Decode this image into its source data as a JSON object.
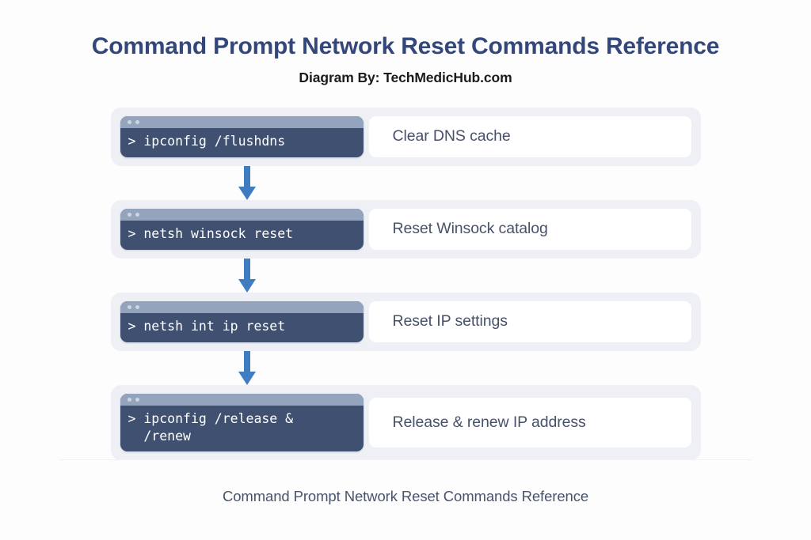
{
  "header": {
    "title": "Command Prompt Network Reset Commands Reference",
    "subtitle": "Diagram By: TechMedicHub.com"
  },
  "colors": {
    "page_background": "#fdfdfd",
    "title": "#33477a",
    "subtitle": "#1b1b1b",
    "row_panel": "#eef0f5",
    "terminal_body": "#3f5070",
    "terminal_titlebar": "#93a4bc",
    "terminal_dot": "#ccd6e3",
    "terminal_text": "#ffffff",
    "description_card": "#ffffff",
    "description_text": "#47516a",
    "arrow": "#3f7cc0",
    "footer_text": "#49536c",
    "footer_divider": "#f0f1f4"
  },
  "steps": [
    {
      "command": "> ipconfig /flushdns",
      "description": "Clear DNS cache",
      "dots": [
        "window-dot",
        "window-dot"
      ]
    },
    {
      "command": "> netsh winsock reset",
      "description": "Reset Winsock catalog",
      "dots": [
        "window-dot",
        "window-dot"
      ]
    },
    {
      "command": "> netsh int ip reset",
      "description": "Reset IP settings",
      "dots": [
        "window-dot",
        "window-dot"
      ]
    },
    {
      "command": "> ipconfig /release &\n  /renew",
      "description": "Release & renew IP address",
      "dots": [
        "window-dot",
        "window-dot"
      ]
    }
  ],
  "connectors": [
    {
      "icon": "arrow-down-icon"
    },
    {
      "icon": "arrow-down-icon"
    },
    {
      "icon": "arrow-down-icon"
    }
  ],
  "footer": {
    "caption": "Command Prompt Network Reset Commands Reference"
  }
}
